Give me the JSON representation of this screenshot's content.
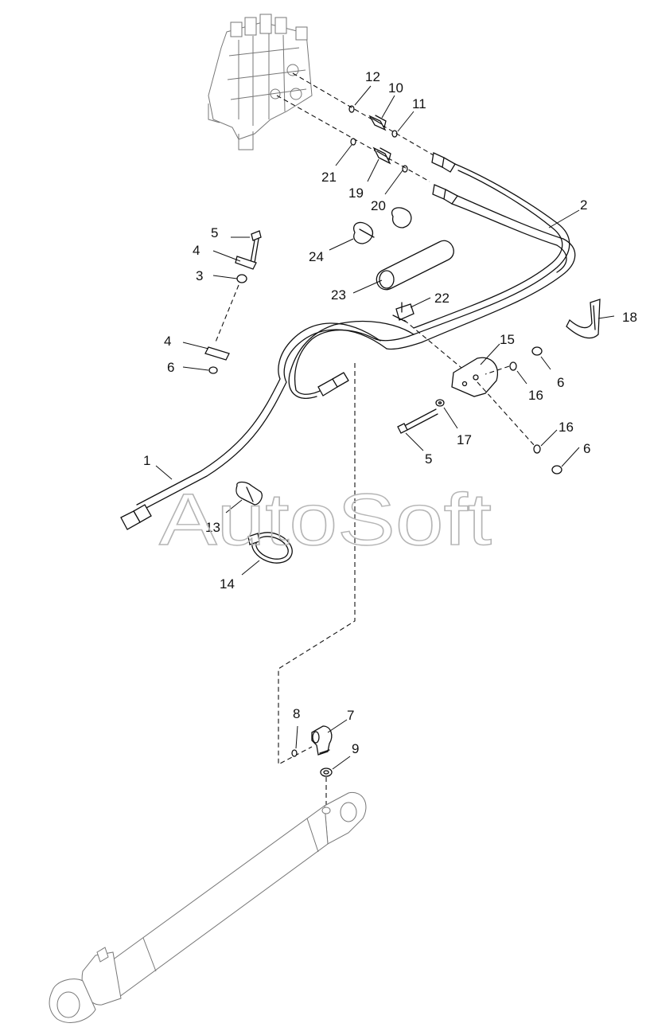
{
  "watermark": "AutoSoft",
  "callouts": {
    "c1": "1",
    "c2": "2",
    "c3": "3",
    "c4a": "4",
    "c4b": "4",
    "c5a": "5",
    "c5b": "5",
    "c6a": "6",
    "c6b": "6",
    "c6c": "6",
    "c7": "7",
    "c8": "8",
    "c9": "9",
    "c10": "10",
    "c11": "11",
    "c12": "12",
    "c13": "13",
    "c14": "14",
    "c15": "15",
    "c16a": "16",
    "c16b": "16",
    "c17": "17",
    "c18": "18",
    "c19": "19",
    "c20": "20",
    "c21": "21",
    "c22": "22",
    "c23": "23",
    "c24": "24"
  }
}
